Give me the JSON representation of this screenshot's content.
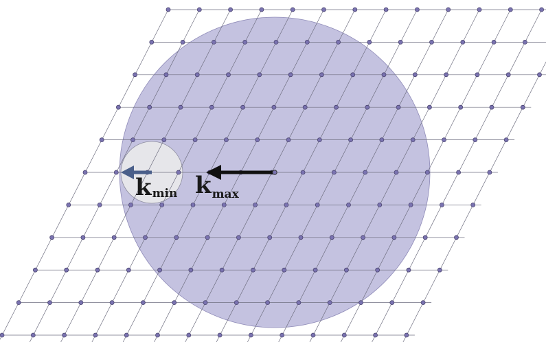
{
  "diagram": {
    "labels": {
      "kmin_main": "k",
      "kmin_sub": "min",
      "kmax_main": "k",
      "kmax_sub": "max"
    },
    "colors": {
      "background": "#ffffff",
      "lattice_line": "#6f6f80",
      "lattice_point": "#7a73b0",
      "lattice_point_stroke": "#4b4570",
      "large_disk": "#c4c2e0",
      "large_disk_stroke": "#8f8bb8",
      "small_disk": "#e6e6ea",
      "small_disk_stroke": "#8f8fa0",
      "kmax_arrow": "#111111",
      "kmin_arrow": "#4a5f8a"
    },
    "lattice": {
      "rows": 11,
      "columns": 14,
      "description_type": "oblique reciprocal lattice"
    }
  }
}
